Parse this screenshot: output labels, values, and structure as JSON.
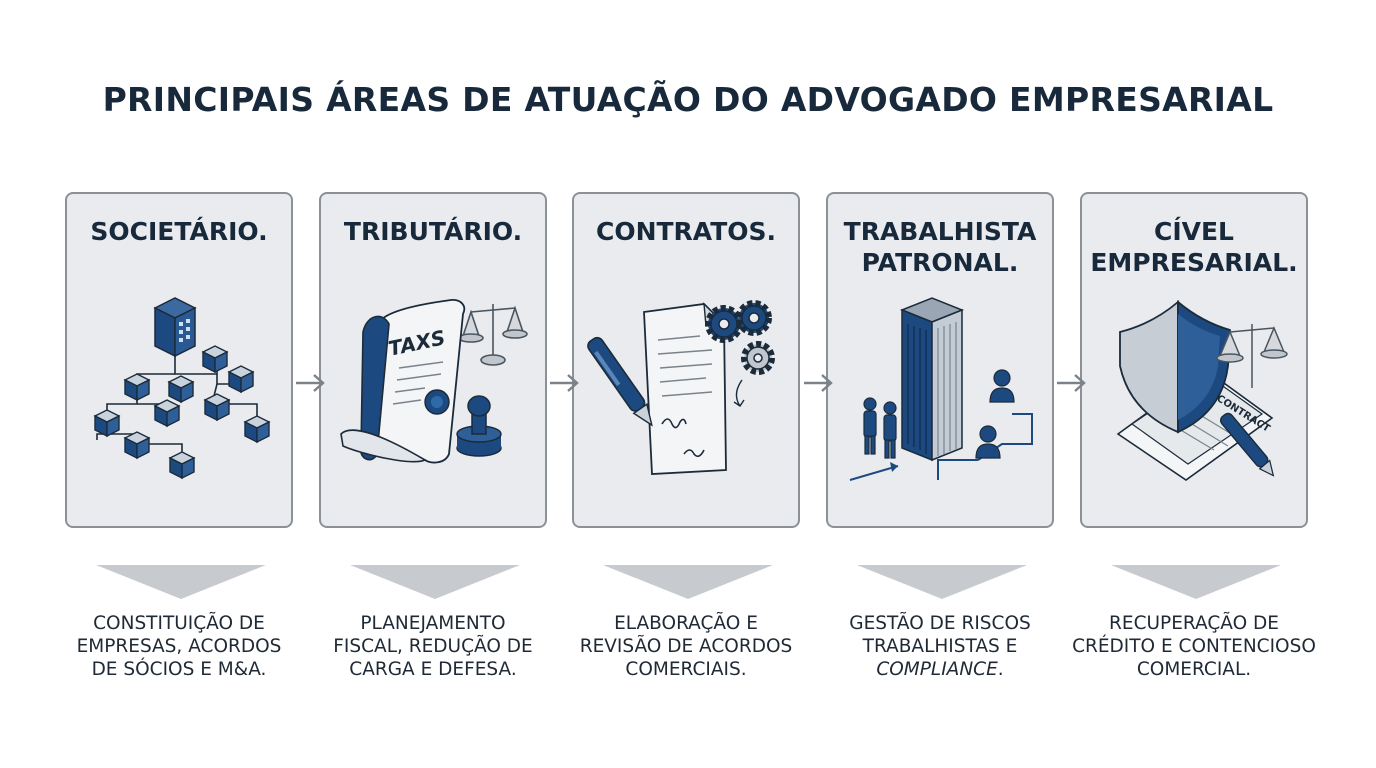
{
  "title": "PRINCIPAIS ÁREAS DE ATUAÇÃO DO ADVOGADO EMPRESARIAL",
  "cards": [
    {
      "title": "SOCIETÁRIO.",
      "icon": "corporate-org-chart-icon",
      "desc_lines": [
        "CONSTITUIÇÃO DE",
        "EMPRESAS, ACORDOS",
        "DE SÓCIOS E M&A."
      ]
    },
    {
      "title": "TRIBUTÁRIO.",
      "icon": "tax-scroll-icon",
      "icon_text": "TAXS",
      "desc_lines": [
        "PLANEJAMENTO",
        "FISCAL, REDUÇÃO DE",
        "CARGA E DEFESA."
      ]
    },
    {
      "title": "CONTRATOS.",
      "icon": "contract-pen-gears-icon",
      "desc_lines": [
        "ELABORAÇÃO E",
        "REVISÃO DE ACORDOS",
        "COMERCIAIS."
      ]
    },
    {
      "title": "TRABALHISTA\nPATRONAL.",
      "icon": "office-building-people-icon",
      "desc_lines": [
        "GESTÃO DE RISCOS",
        "TRABALHISTAS E"
      ],
      "desc_italic": "COMPLIANCE",
      "desc_suffix": "."
    },
    {
      "title": "CÍVEL\nEMPRESARIAL.",
      "icon": "shield-contract-scale-icon",
      "icon_text": "CONTRACT",
      "desc_lines": [
        "RECUPERAÇÃO DE",
        "CRÉDITO E CONTENCIOSO",
        "COMERCIAL."
      ]
    }
  ],
  "colors": {
    "navy": "#1c4a80",
    "dark": "#17293b",
    "card_bg": "#e9ebee",
    "card_border": "#8c9198",
    "pointer": "#c7cace",
    "arrow": "#7c828a"
  }
}
